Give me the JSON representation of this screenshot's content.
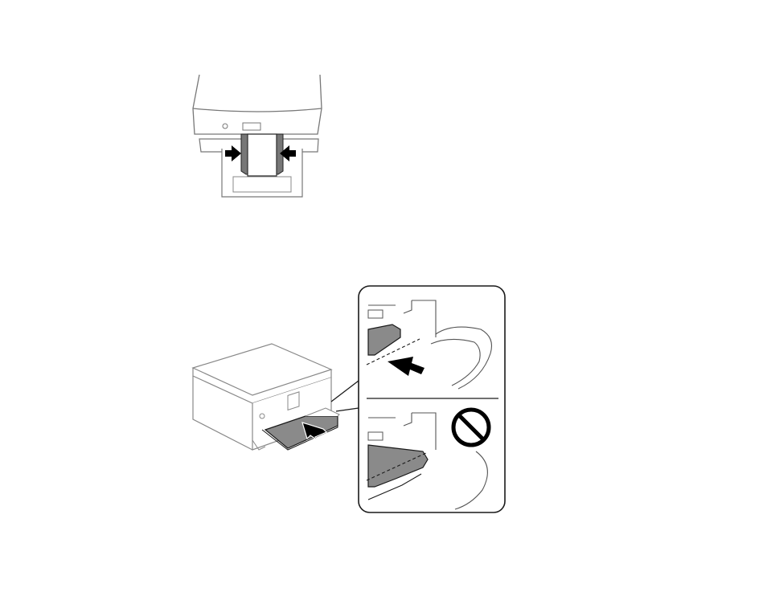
{
  "figures": [
    {
      "id": "fig-top",
      "subject": "printer-front-view-paper-guides-sliding-inward",
      "arrow_icons": [
        "arrow-right-icon",
        "arrow-left-icon"
      ]
    },
    {
      "id": "fig-bottom",
      "subject": "printer-tray-insertion-with-detail-callout",
      "arrow_icons": [
        "arrow-push-in-icon"
      ],
      "callout_panels": [
        "correct-insertion",
        "incorrect-insertion"
      ],
      "status_icons": [
        "prohibited-icon"
      ]
    }
  ],
  "colors": {
    "line": "#1a1a1a",
    "light_line": "#888888",
    "tray_fill": "#8a8a8a",
    "paper_fill": "#ffffff",
    "arrow_fill": "#000000"
  }
}
